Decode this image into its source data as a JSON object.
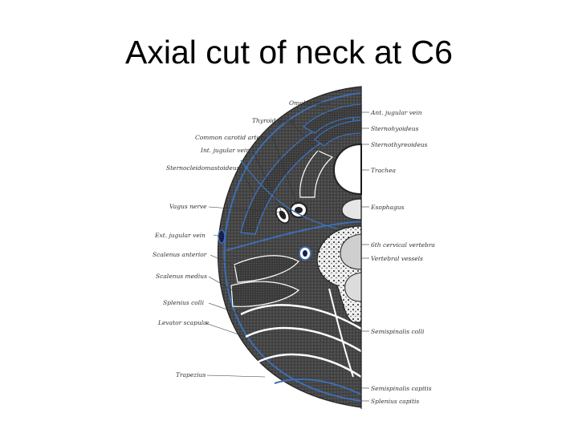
{
  "slide": {
    "title": "Axial cut of neck at C6"
  },
  "colors": {
    "fascia": "#3d6fb5",
    "tissue": "#3a3a3a",
    "background": "#ffffff"
  },
  "labels": {
    "left": [
      {
        "id": "omohyoideus",
        "text": "Omohyoideus"
      },
      {
        "id": "thyroid",
        "text": "Thyroid gland"
      },
      {
        "id": "carotid",
        "text": "Common carotid artery"
      },
      {
        "id": "int_jugular",
        "text": "Int. jugular vein"
      },
      {
        "id": "sternocleido",
        "text": "Sternocleidomastoideus"
      },
      {
        "id": "vagus",
        "text": "Vagus nerve"
      },
      {
        "id": "ext_jugular",
        "text": "Ext. jugular vein"
      },
      {
        "id": "scal_ant",
        "text": "Scalenus anterior"
      },
      {
        "id": "scal_med",
        "text": "Scalenus medius"
      },
      {
        "id": "splenius_colli",
        "text": "Splenius colli"
      },
      {
        "id": "levator",
        "text": "Levator scapulæ"
      },
      {
        "id": "trapezius",
        "text": "Trapezius"
      }
    ],
    "right": [
      {
        "id": "ant_jugular",
        "text": "Ant. jugular vein"
      },
      {
        "id": "sternohyoid",
        "text": "Sternohyoideus"
      },
      {
        "id": "sternothyroid",
        "text": "Sternothyreoideus"
      },
      {
        "id": "trachea",
        "text": "Trachea"
      },
      {
        "id": "esophagus",
        "text": "Esophagus"
      },
      {
        "id": "vertebra",
        "text": "6th cervical vertebra"
      },
      {
        "id": "vessels",
        "text": "Vertebral vessels"
      },
      {
        "id": "semispinalis_colli",
        "text": "Semispinalis colli"
      },
      {
        "id": "semispinalis_capitis",
        "text": "Semispinalis capitis"
      },
      {
        "id": "splenius_capitis",
        "text": "Splenius capitis"
      }
    ]
  }
}
